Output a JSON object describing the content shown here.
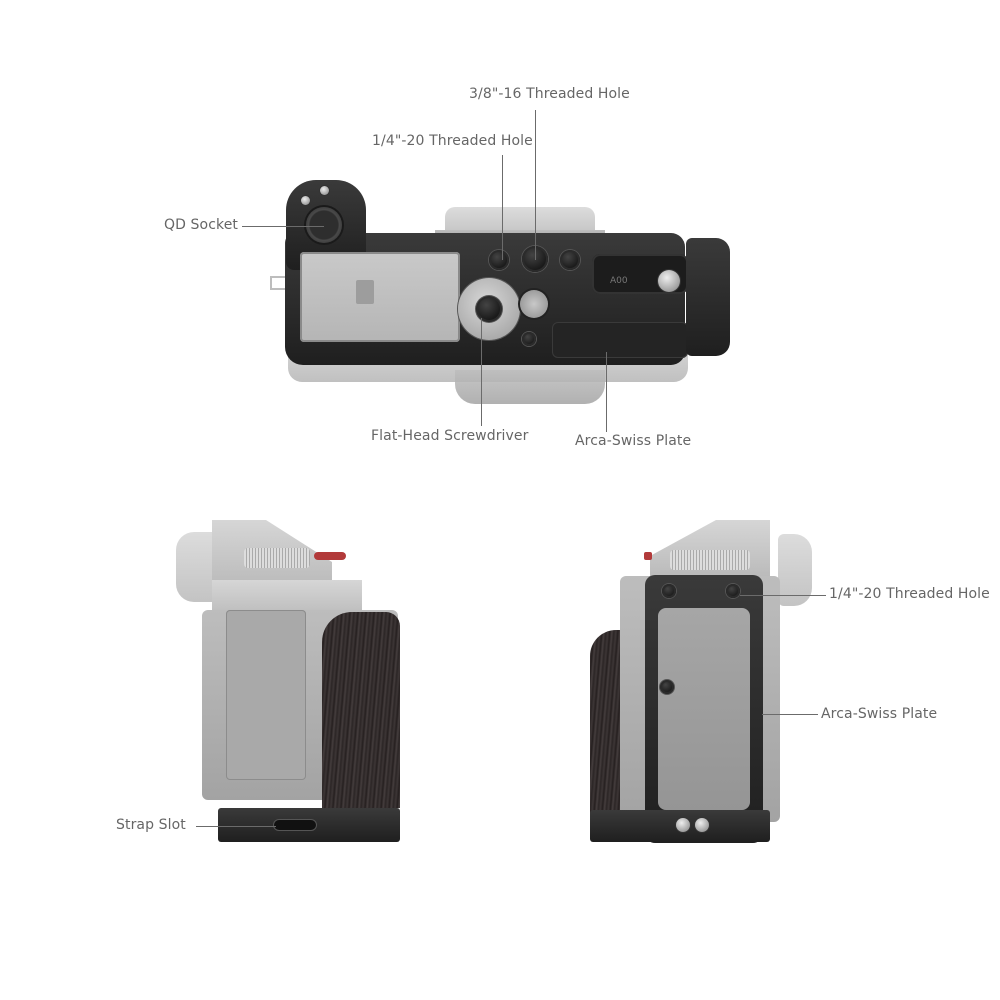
{
  "diagram": {
    "subject": "Camera cage / L-bracket for mirrorless camera",
    "views": [
      {
        "name": "bottom-view",
        "callouts": [
          {
            "id": "qd_socket",
            "label": "QD Socket"
          },
          {
            "id": "hole_14_20_top",
            "label": "1/4\"-20 Threaded Hole"
          },
          {
            "id": "hole_38_16",
            "label": "3/8\"-16 Threaded Hole"
          },
          {
            "id": "screwdriver",
            "label": "Flat-Head Screwdriver"
          },
          {
            "id": "arca_bottom",
            "label": "Arca-Swiss Plate"
          }
        ]
      },
      {
        "name": "left-side-view",
        "callouts": [
          {
            "id": "strap_slot",
            "label": "Strap Slot"
          }
        ]
      },
      {
        "name": "right-side-view",
        "callouts": [
          {
            "id": "hole_14_20_side",
            "label": "1/4\"-20 Threaded Hole"
          },
          {
            "id": "arca_side",
            "label": "Arca-Swiss Plate"
          }
        ]
      }
    ]
  },
  "labels": {
    "qd_socket": "QD Socket",
    "hole_14_20_top": "1/4\"-20 Threaded Hole",
    "hole_38_16": "3/8\"-16 Threaded Hole",
    "screwdriver": "Flat-Head Screwdriver",
    "arca_bottom": "Arca-Swiss Plate",
    "strap_slot": "Strap Slot",
    "hole_14_20_side": "1/4\"-20 Threaded Hole",
    "arca_side": "Arca-Swiss Plate"
  },
  "engraving": "A00",
  "colors": {
    "label_text": "#666666",
    "leader_line": "#6b6b6b",
    "cage_black": "#2a2a2a",
    "camera_silver": "#c4c4c4",
    "shutter_red": "#b23a3a",
    "wood": "#3a3333"
  }
}
